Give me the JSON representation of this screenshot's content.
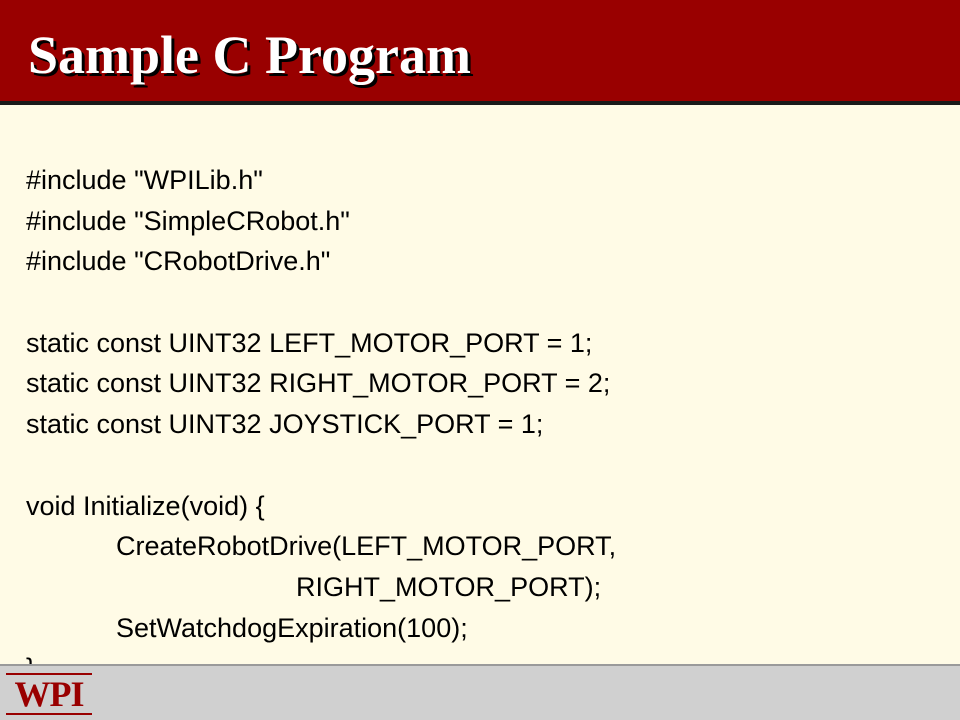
{
  "slide": {
    "title": "Sample C Program",
    "code_lines": [
      "#include \"WPILib.h\"",
      "#include \"SimpleCRobot.h\"",
      "#include \"CRobotDrive.h\"",
      "",
      "static const UINT32 LEFT_MOTOR_PORT = 1;",
      "static const UINT32 RIGHT_MOTOR_PORT = 2;",
      "static const UINT32 JOYSTICK_PORT = 1;",
      "",
      "void Initialize(void) {",
      "            CreateRobotDrive(LEFT_MOTOR_PORT,",
      "                                    RIGHT_MOTOR_PORT);",
      "            SetWatchdogExpiration(100);",
      "}"
    ]
  },
  "footer": {
    "logo_text": "WPI"
  },
  "colors": {
    "title_bar": "#990000",
    "background": "#fffbe6",
    "footer": "#d0d0d0",
    "logo": "#990000"
  }
}
